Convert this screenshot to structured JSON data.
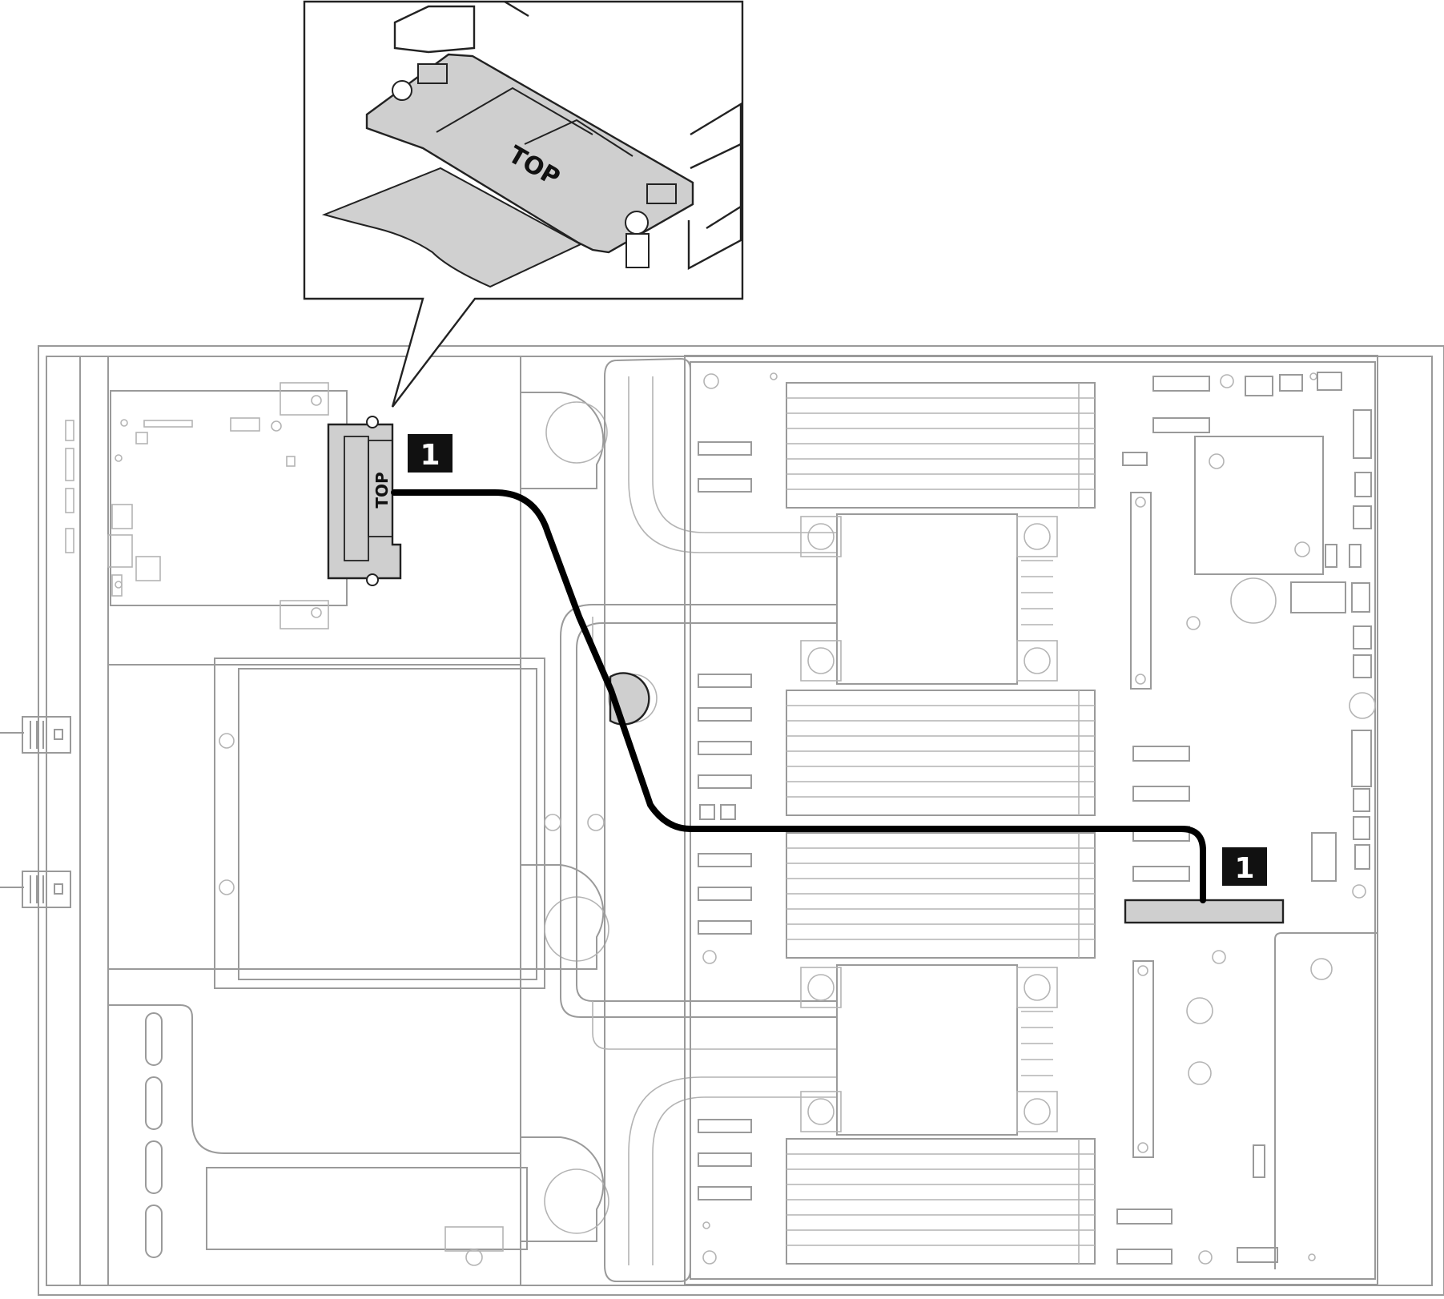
{
  "callouts": {
    "riser_end": "1",
    "board_end": "1"
  },
  "labels": {
    "inset_top": "TOP",
    "riser_top": "TOP"
  },
  "colors": {
    "cable": "#000000",
    "highlight": "#cfcfcf",
    "outline": "#9a9a9a",
    "callout_bg": "#111111"
  }
}
